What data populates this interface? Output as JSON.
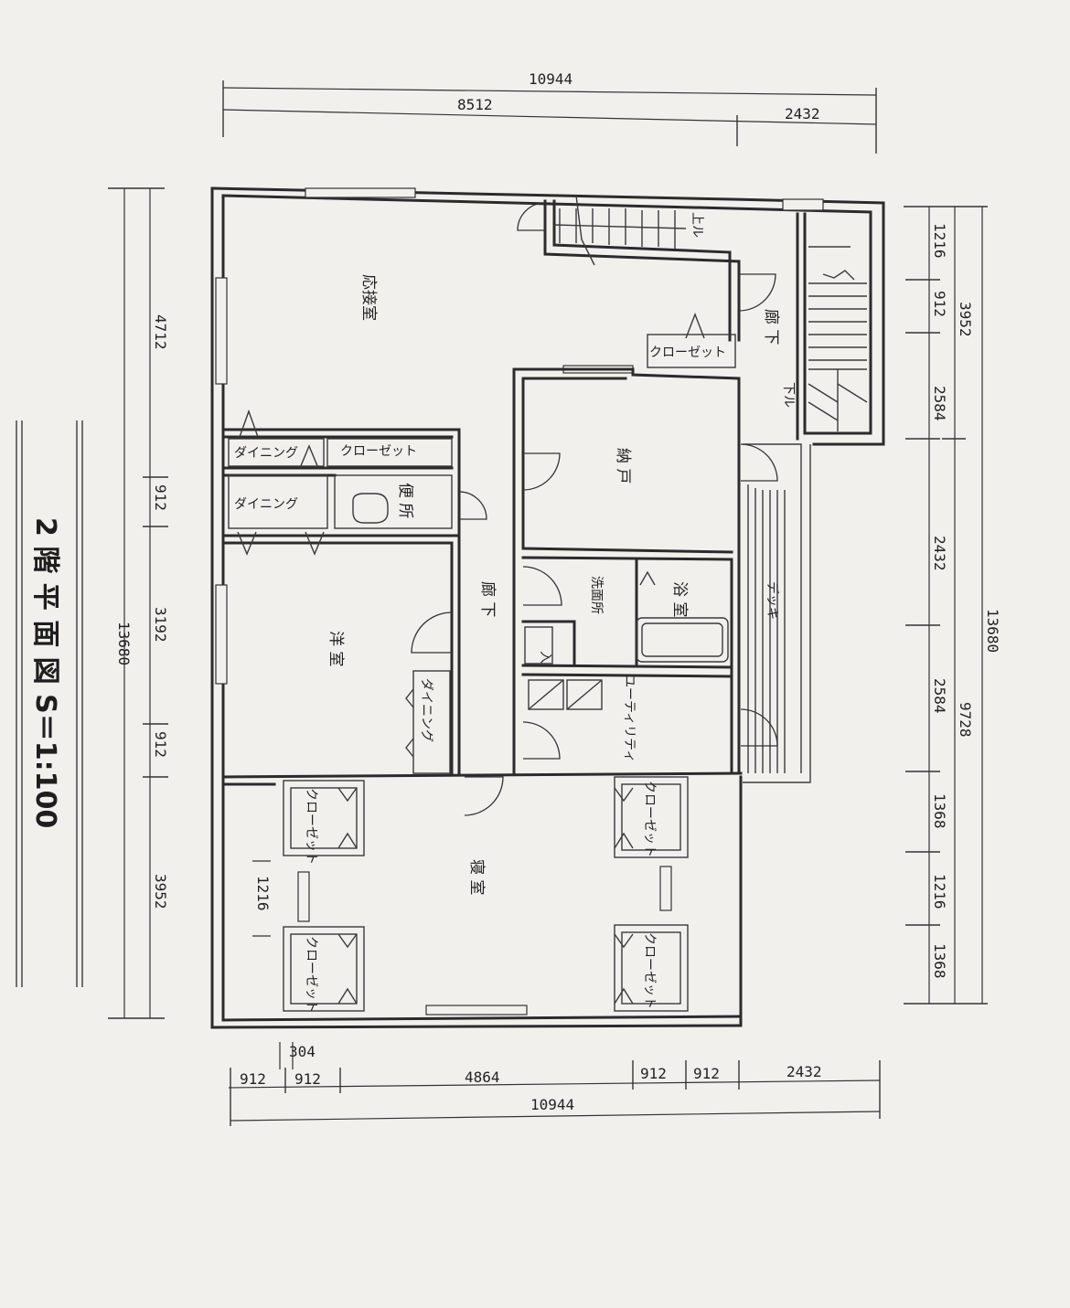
{
  "title": "2 階 平 面 図 S＝1:100",
  "dims": {
    "top_total": "10944",
    "top_left": "8512",
    "top_right": "2432",
    "left_total": "13680",
    "left_a": "4712",
    "left_b": "912",
    "left_c": "3192",
    "left_d": "912",
    "left_e": "3952",
    "right_total": "13680",
    "right_sub1": "3952",
    "right_sub2": "9728",
    "right_a": "1216",
    "right_b": "912",
    "right_c": "2584",
    "right_d": "2432",
    "right_e": "2584",
    "right_f": "1368",
    "right_g": "1216",
    "right_h": "1368",
    "bottom_total": "10944",
    "bottom_a": "912",
    "bottom_b": "912",
    "bottom_c": "4864",
    "bottom_d": "912",
    "bottom_e": "912",
    "bottom_f": "2432",
    "small_304": "304",
    "small_1216": "1216"
  },
  "rooms": {
    "reception": "応接室",
    "dining1": "ダイニング",
    "closet1": "クローゼット",
    "dining2": "ダイニング",
    "toilet": "便 所",
    "western": "洋 室",
    "dining3": "ダイニング",
    "hall1": "廊 下",
    "study": "納 戸",
    "washroom": "洗面所",
    "bath": "浴 室",
    "entrance": "入",
    "utility": "ユーティリティ",
    "deck": "デッキ",
    "hall2": "廊 下",
    "closet_hall": "クローゼット",
    "bedroom": "寝 室",
    "closet_a": "クローゼット",
    "closet_b": "クローゼット",
    "closet_c": "クローゼット",
    "closet_d": "クローゼット",
    "up1": "上ル",
    "down1": "下ル"
  }
}
